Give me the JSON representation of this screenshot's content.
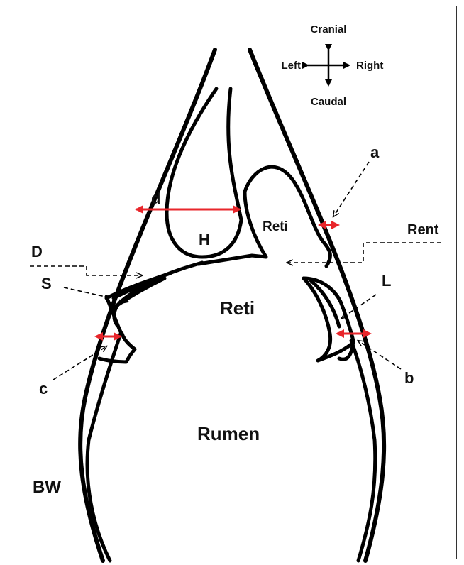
{
  "compass": {
    "up": "Cranial",
    "down": "Caudal",
    "left": "Left",
    "right": "Right"
  },
  "labels": {
    "d": "d",
    "a": "a",
    "H": "H",
    "reti_small": "Reti",
    "rent": "Rent",
    "D": "D",
    "S": "S",
    "L": "L",
    "reti_large": "Reti",
    "c": "c",
    "b": "b",
    "rumen": "Rumen",
    "bw": "BW"
  },
  "colors": {
    "outline": "#000000",
    "measurement": "#e8262b",
    "text": "#111111",
    "frame": "#333333"
  }
}
